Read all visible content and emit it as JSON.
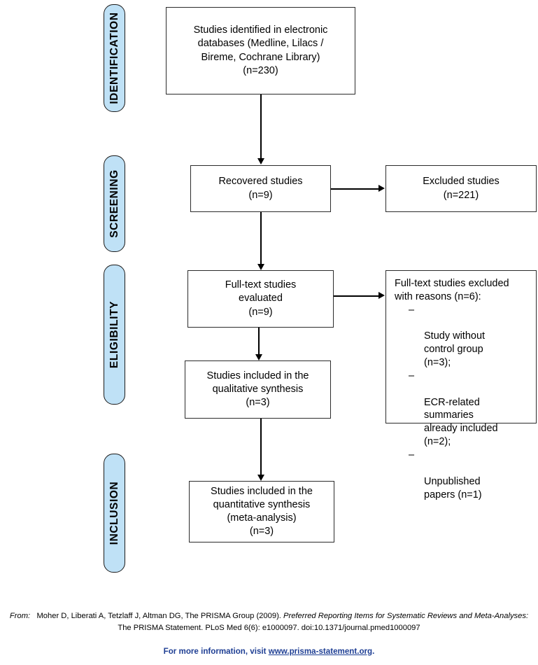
{
  "diagram": {
    "title": "PRISMA flow diagram",
    "accent_color": "#bfe1f6",
    "border_color": "#2b2b2b",
    "stages": [
      {
        "id": "identification",
        "label": "IDENTIFICATION"
      },
      {
        "id": "screening",
        "label": "SCREENING"
      },
      {
        "id": "eligibility",
        "label": "ELIGIBILITY"
      },
      {
        "id": "inclusion",
        "label": "INCLUSION"
      }
    ],
    "nodes": {
      "identified": {
        "text": "Studies identified in electronic\ndatabases (Medline, Lilacs /\nBireme, Cochrane Library)\n(n=230)",
        "count": 230
      },
      "recovered": {
        "text": "Recovered studies\n(n=9)",
        "count": 9
      },
      "excluded": {
        "text": "Excluded studies\n(n=221)",
        "count": 221
      },
      "fulltext": {
        "text": "Full-text studies\nevaluated\n(n=9)",
        "count": 9
      },
      "qualitative": {
        "text": "Studies included in the\nqualitative synthesis\n(n=3)",
        "count": 3
      },
      "quantitative": {
        "text": "Studies included in the\nquantitative synthesis\n(meta-analysis)\n(n=3)",
        "count": 3
      },
      "excluded_reasons": {
        "heading": "Full-text studies excluded\nwith reasons (n=6):",
        "total": 6,
        "dash": "–",
        "items": [
          {
            "text": "Study without\ncontrol group\n(n=3);",
            "count": 3
          },
          {
            "text": "ECR-related\nsummaries\nalready included\n(n=2);",
            "count": 2
          },
          {
            "text": "Unpublished\npapers (n=1)",
            "count": 1
          }
        ]
      }
    }
  },
  "footer": {
    "from_label": "From:",
    "citation_prefix": "Moher D, Liberati A, Tetzlaff J, Altman DG, The PRISMA Group (2009).",
    "citation_title": "Preferred Reporting Items for Systematic Reviews and Meta-Analyses:",
    "citation_suffix": "The PRISMA Statement. PLoS Med 6(6): e1000097. doi:10.1371/journal.pmed1000097",
    "more_info_prefix": "For more information, visit",
    "more_info_link": "www.prisma-statement.org",
    "more_info_suffix": ".",
    "link_color": "#1f3f94"
  }
}
